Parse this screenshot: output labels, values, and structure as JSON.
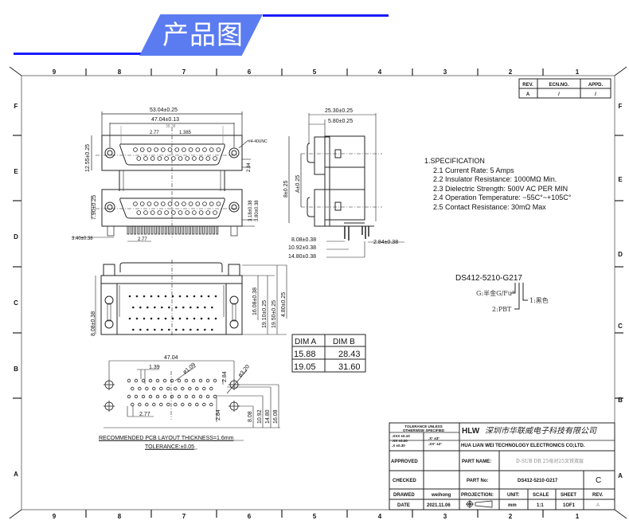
{
  "banner": {
    "title": "产品图纸",
    "color": "#5b7cf0",
    "line_color": "#1a1aff"
  },
  "frame": {
    "columns": [
      "9",
      "8",
      "7",
      "6",
      "5",
      "4",
      "3",
      "2",
      "1"
    ],
    "rows": [
      "F",
      "E",
      "D",
      "C",
      "B",
      "A"
    ]
  },
  "revision_table": {
    "headers": [
      "REV.",
      "ECN.NO.",
      "APPD."
    ],
    "row": [
      "A",
      "/",
      "/"
    ]
  },
  "specification": {
    "title": "1.SPECIFICATION",
    "items": [
      "2.1 Current Rate: 5 Amps",
      "2.2 Insulator Resistance: 1000MΩ Min.",
      "2.3 Dielectric Strength: 500V AC PER MIN",
      "2.4 Operation Temperature: −55C°~+105C°",
      "2.5 Contact Resistance: 30mΩ Max"
    ]
  },
  "part_code": {
    "code": "DS412-5210-G217",
    "legend_g": "G:半金G/Fu\"",
    "legend_2": "2:PBT",
    "legend_1": "1:黑色"
  },
  "front_view": {
    "dims": {
      "overall_width": "53.04±0.25",
      "mount_pitch": "47.04±0.13",
      "inner": "38.38",
      "pin_pitch": "2.77",
      "row_offset": "1.385",
      "screw": "#4-40UNC",
      "height": "12.55±0.25",
      "row_spacing": "2.84"
    }
  },
  "lower_view": {
    "dims": {
      "height": "7.90±0.25",
      "right_a": "3.18±0.38",
      "right_b": "3.80±0.38",
      "left_offset": "3.40±0.38",
      "pin_pitch": "2.77"
    }
  },
  "side_view": {
    "dims": {
      "depth": "25.30±0.25",
      "flange": "5.80±0.25",
      "height": "8±0.25",
      "a": "A±0.25",
      "d1": "8.08±0.38",
      "d2": "10.92±0.38",
      "d3": "14.80±0.38",
      "d4": "2.84±0.38"
    }
  },
  "bottom_view": {
    "dims": {
      "left": "8.08±0.38",
      "r1": "16.08±0.38",
      "r2": "19.10±0.25",
      "r3": "19.50±0.25",
      "r4": "4.80±0.25"
    }
  },
  "dim_table": {
    "headers": [
      "DIM A",
      "DIM B"
    ],
    "rows": [
      [
        "15.88",
        "28.43"
      ],
      [
        "19.05",
        "31.60"
      ]
    ]
  },
  "pcb_layout": {
    "dims": {
      "width": "47.04",
      "pitch_small": "1.39",
      "hole_small": "ø1.09",
      "hole_big": "ø3.20",
      "row_gap": "2.84",
      "pitch": "2.77",
      "v1": "8.08",
      "v2": "10.92",
      "v3": "14.80",
      "v4": "16.08",
      "row_gap2": "2.84"
    },
    "note_1": "RECOMMENDED PCB LAYOUT THICKNESS=1.6mm",
    "note_2": "TOLERANCE:±0.05"
  },
  "title_block": {
    "tolerance_title_1": "TOLERANCE UNLESS",
    "tolerance_title_2": "OTHERWISE SPECIFIED",
    "tol_xxx": ".XXX ±0.10",
    "tol_xx": ".XX  ±0.20",
    "tol_x": ".X   ±0.30",
    "tol_ang1": ".X°  ±3°",
    "tol_ang2": ".XX° ±2°",
    "logo": "HLW",
    "company_cn": "深圳市华联威电子科技有限公司",
    "company_en": "HUA LIAN WEI TECHNOLOGY ELECTRONICS CO;LTD.",
    "approved_label": "APPROVED",
    "approved_value": "",
    "checked_label": "CHECKED",
    "checked_value": "",
    "drawed_label": "DRAWED",
    "drawed_value": "weihong",
    "date_label": "DATE",
    "date_value": "2021.11.06",
    "part_name_label": "PART NAME:",
    "part_name_value": "D-SUB DR 25母对25叉铁双层",
    "part_no_label": "PART No:",
    "part_no_value": "DS412-5210-G217",
    "rev_letter": "C",
    "projection_label": "PROJECTION:",
    "unit_label": "UNIT:",
    "unit_value": "mm",
    "scale_label": "SCALE",
    "scale_value": "1:1",
    "sheet_label": "SHEET",
    "sheet_value": "1OF1",
    "rev_label": "REV.",
    "rev_value": "A"
  }
}
